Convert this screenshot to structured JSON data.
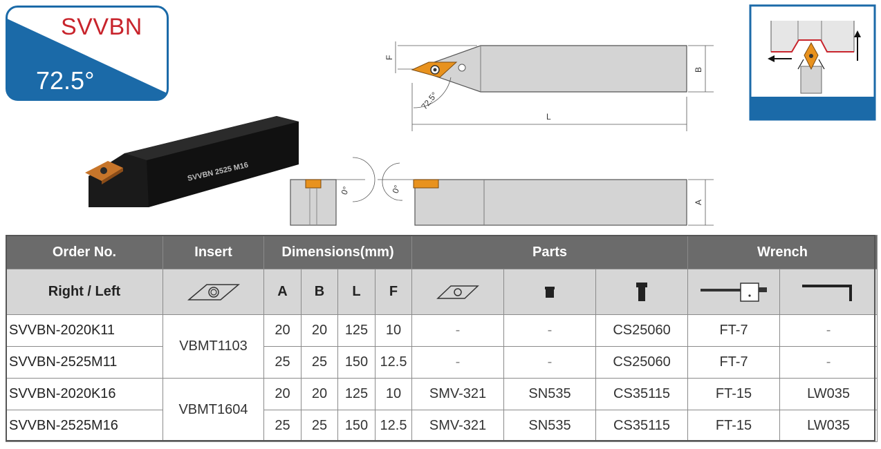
{
  "badge": {
    "title": "SVVBN",
    "angle": "72.5°",
    "colors": {
      "blue": "#1b6aa8",
      "red": "#c8242c"
    }
  },
  "holder_engraving": "SVVBN 2525 M16",
  "top_view": {
    "dim_f": "F",
    "dim_b": "B",
    "dim_l": "L",
    "angle_label": "72.5°"
  },
  "side_view": {
    "dim_a": "A",
    "angle_end": "0°",
    "angle_side": "0°"
  },
  "table": {
    "headers": {
      "order_no": "Order No.",
      "insert": "Insert",
      "dimensions": "Dimensions(mm)",
      "parts": "Parts",
      "wrench": "Wrench"
    },
    "subheaders": {
      "right_left": "Right / Left",
      "a": "A",
      "b": "B",
      "l": "L",
      "f": "F"
    },
    "icons": [
      "insert-shape-icon",
      "shim-icon",
      "shim-screw-icon",
      "clamp-screw-icon",
      "torx-wrench-icon",
      "hex-key-icon"
    ],
    "rows": [
      {
        "order": "SVVBN-2020K11",
        "insert": "VBMT1103",
        "a": "20",
        "b": "20",
        "l": "125",
        "f": "10",
        "shim": "-",
        "shim_screw": "-",
        "screw": "CS25060",
        "wrench1": "FT-7",
        "wrench2": "-"
      },
      {
        "order": "SVVBN-2525M11",
        "insert": "",
        "a": "25",
        "b": "25",
        "l": "150",
        "f": "12.5",
        "shim": "-",
        "shim_screw": "-",
        "screw": "CS25060",
        "wrench1": "FT-7",
        "wrench2": "-"
      },
      {
        "order": "SVVBN-2020K16",
        "insert": "VBMT1604",
        "a": "20",
        "b": "20",
        "l": "125",
        "f": "10",
        "shim": "SMV-321",
        "shim_screw": "SN535",
        "screw": "CS35115",
        "wrench1": "FT-15",
        "wrench2": "LW035"
      },
      {
        "order": "SVVBN-2525M16",
        "insert": "",
        "a": "25",
        "b": "25",
        "l": "150",
        "f": "12.5",
        "shim": "SMV-321",
        "shim_screw": "SN535",
        "screw": "CS35115",
        "wrench1": "FT-15",
        "wrench2": "LW035"
      }
    ]
  }
}
